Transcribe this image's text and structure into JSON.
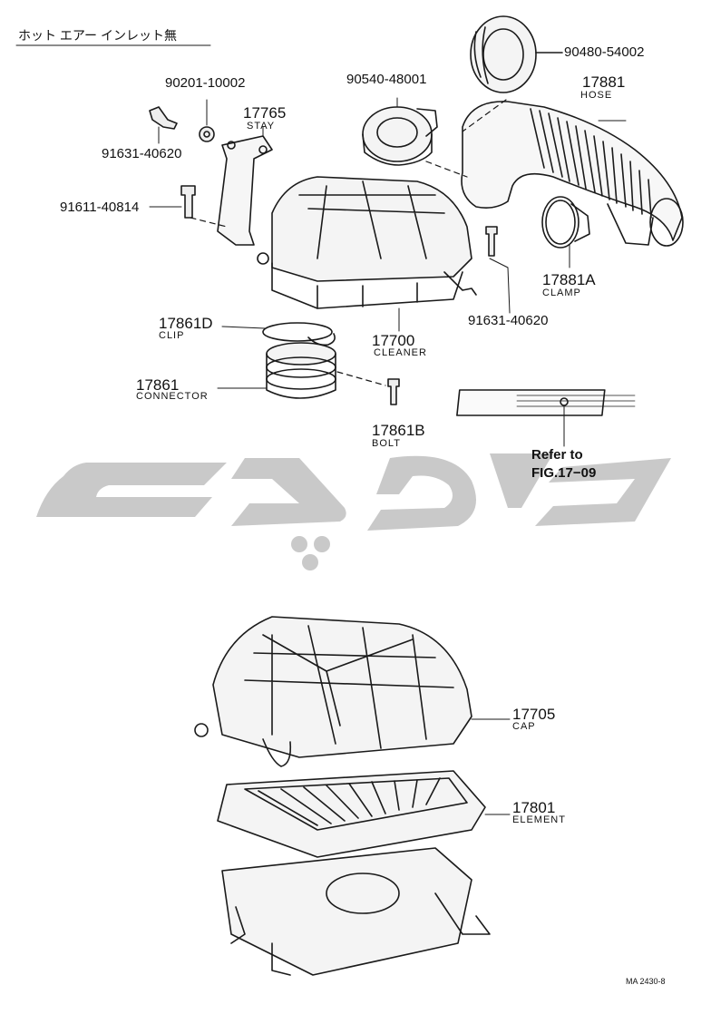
{
  "header": {
    "title": "ホット エアー インレット無"
  },
  "parts": [
    {
      "id": "p90480",
      "number": "90480-54002",
      "name": ""
    },
    {
      "id": "p17881",
      "number": "17881",
      "name": "HOSE"
    },
    {
      "id": "p90540",
      "number": "90540-48001",
      "name": ""
    },
    {
      "id": "p90201",
      "number": "90201-10002",
      "name": ""
    },
    {
      "id": "p17765",
      "number": "17765",
      "name": "STAY"
    },
    {
      "id": "p91631a",
      "number": "91631-40620",
      "name": ""
    },
    {
      "id": "p91611",
      "number": "91611-40814",
      "name": ""
    },
    {
      "id": "p17881a",
      "number": "17881A",
      "name": "CLAMP"
    },
    {
      "id": "p91631b",
      "number": "91631-40620",
      "name": ""
    },
    {
      "id": "p17861d",
      "number": "17861D",
      "name": "CLIP"
    },
    {
      "id": "p17700",
      "number": "17700",
      "name": "CLEANER"
    },
    {
      "id": "p17861",
      "number": "17861",
      "name": "CONNECTOR"
    },
    {
      "id": "p17861b",
      "number": "17861B",
      "name": "BOLT"
    },
    {
      "id": "p17705",
      "number": "17705",
      "name": "CAP"
    },
    {
      "id": "p17801",
      "number": "17801",
      "name": "ELEMENT"
    }
  ],
  "reference": {
    "line1": "Refer to",
    "line2": "FIG.17−09"
  },
  "footer": {
    "code": "MA 2430-8"
  },
  "colors": {
    "ink": "#1a1a1a",
    "watermark": "#c9c9c9"
  },
  "icons": {
    "watermark": "watermark-logo"
  }
}
